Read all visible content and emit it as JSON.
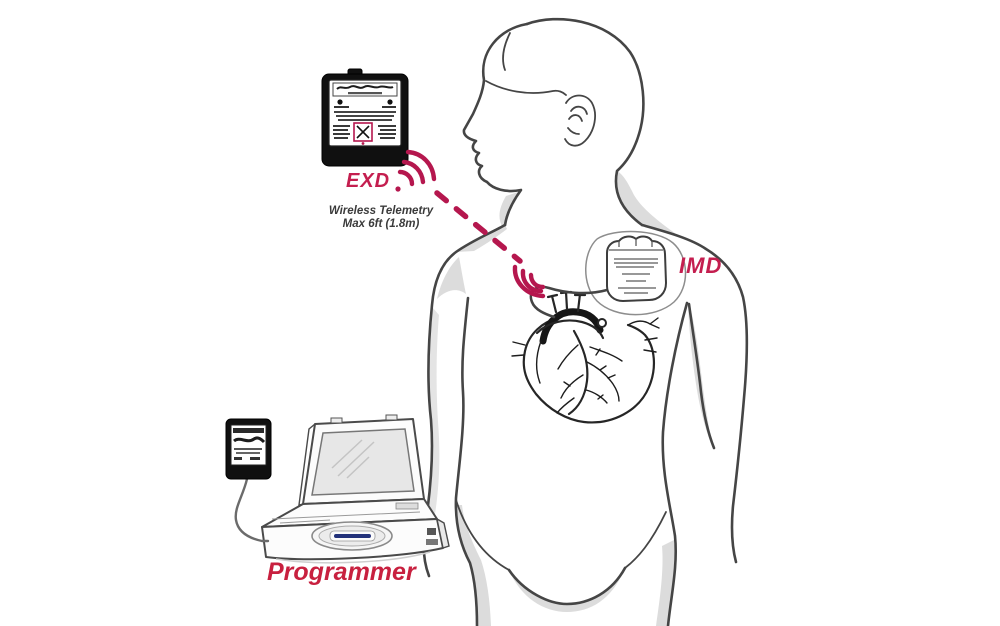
{
  "diagram": {
    "exd_label": "EXD",
    "imd_label": "IMD",
    "programmer_label": "Programmer",
    "telemetry_note_line1": "Wireless Telemetry",
    "telemetry_note_line2": "Max 6ft (1.8m)"
  },
  "colors": {
    "label_crimson": "#c41e4f",
    "telemetry_red": "#b5174e",
    "programmer_red": "#c8203f",
    "line_dark": "#454545",
    "shade_gray": "#dcdcdc",
    "device_black": "#101010"
  },
  "icons": {
    "exd_signal_icon": "radio-wave-arcs",
    "imd_signal_icon": "radio-wave-arcs",
    "exd_warning_icon": "boxed-x"
  }
}
